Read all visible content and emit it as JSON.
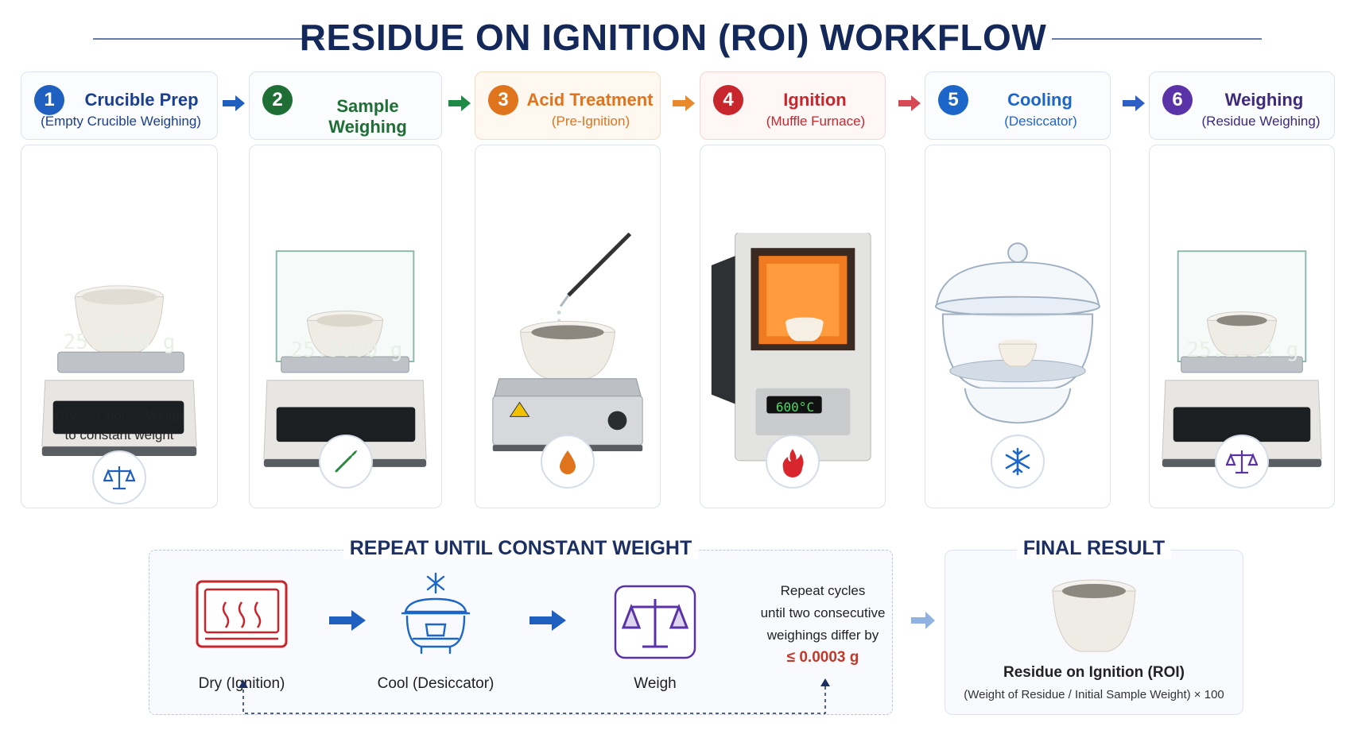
{
  "title": "RESIDUE ON IGNITION (ROI) WORKFLOW",
  "colors": {
    "navy": "#14295a",
    "blue": "#1f5fbf",
    "green": "#1e6e35",
    "orange": "#e0741c",
    "red": "#c8262d",
    "blue2": "#1d66c9",
    "purple": "#5a33a8"
  },
  "steps": [
    {
      "num": "1",
      "title": "Crucible Prep",
      "subtitle": "(Empty Crucible Weighing)",
      "display": "25.0000 g",
      "caption": "Dry → Cool → Weigh",
      "caption2": "to constant weight",
      "icon": "balance-icon"
    },
    {
      "num": "2",
      "title": "Sample Weighing",
      "subtitle": "",
      "display": "25.5000 g",
      "icon": "spatula-icon"
    },
    {
      "num": "3",
      "title": "Acid Treatment",
      "subtitle": "(Pre-Ignition)",
      "icon": "drop-icon"
    },
    {
      "num": "4",
      "title": "Ignition",
      "subtitle": "(Muffle Furnace)",
      "display": "600°C",
      "icon": "flame-icon"
    },
    {
      "num": "5",
      "title": "Cooling",
      "subtitle": "(Desiccator)",
      "icon": "snowflake-icon"
    },
    {
      "num": "6",
      "title": "Weighing",
      "subtitle": "(Residue Weighing)",
      "display": "25.1234 g",
      "icon": "balance-icon"
    }
  ],
  "repeat": {
    "title": "REPEAT UNTIL CONSTANT WEIGHT",
    "items": [
      "Dry (Ignition)",
      "Cool (Desiccator)",
      "Weigh"
    ],
    "note_lines": [
      "Repeat cycles",
      "until two consecutive",
      "weighings differ by"
    ],
    "threshold": "≤ 0.0003 g"
  },
  "final": {
    "title": "FINAL RESULT",
    "name": "Residue on Ignition (ROI)",
    "formula": "(Weight of Residue / Initial Sample Weight) × 100"
  }
}
